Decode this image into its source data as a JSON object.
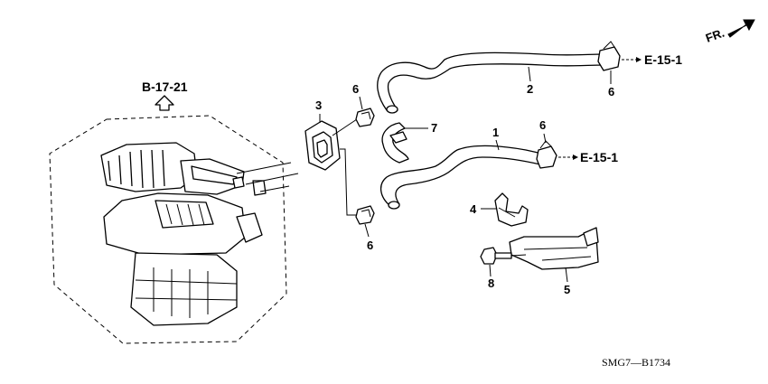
{
  "direction": {
    "fr_label": "FR."
  },
  "refs": {
    "b_17_21": "B-17-21",
    "e_15_1_upper": "E-15-1",
    "e_15_1_lower": "E-15-1"
  },
  "callouts": {
    "c1": "1",
    "c2": "2",
    "c3": "3",
    "c4": "4",
    "c5": "5",
    "c6_top_left": "6",
    "c6_top_right": "6",
    "c6_mid_right": "6",
    "c6_bottom": "6",
    "c7": "7",
    "c8": "8"
  },
  "diagram_code": "SMG7—B1734"
}
